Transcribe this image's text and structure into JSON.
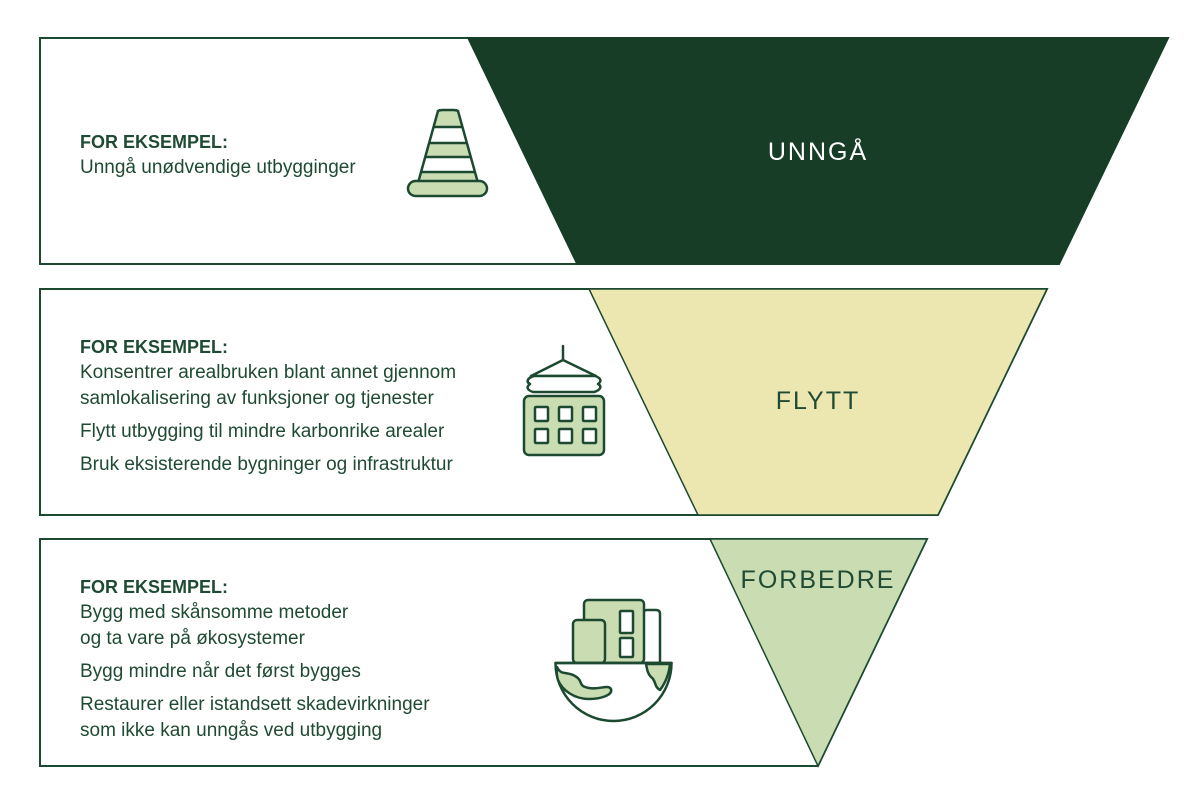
{
  "palette": {
    "dark_green": "#173D27",
    "pale_yellow": "#ECE7B0",
    "light_green": "#C9DCB2",
    "outline_green": "#1C4930",
    "text_green": "#1F4A33",
    "white": "#FFFFFF"
  },
  "funnel": {
    "levels": [
      {
        "label": "UNNGÅ",
        "heading": "FOR EKSEMPEL:",
        "icon": "traffic-cone-icon",
        "color": "#173D27",
        "paragraphs": [
          {
            "lines": [
              "Unngå unødvendige utbygginger"
            ]
          }
        ]
      },
      {
        "label": "FLYTT",
        "heading": "FOR EKSEMPEL:",
        "icon": "crane-lifted-building-icon",
        "color": "#ECE7B0",
        "paragraphs": [
          {
            "lines": [
              "Konsentrer arealbruken blant annet gjennom",
              "samlokalisering av funksjoner og tjenester"
            ]
          },
          {
            "lines": [
              "Flytt utbygging til mindre karbonrike arealer"
            ]
          },
          {
            "lines": [
              "Bruk eksisterende bygninger og infrastruktur"
            ]
          }
        ]
      },
      {
        "label": "FORBEDRE",
        "heading": "FOR EKSEMPEL:",
        "icon": "buildings-on-globe-icon",
        "color": "#C9DCB2",
        "paragraphs": [
          {
            "lines": [
              "Bygg med skånsomme metoder",
              "og ta vare på økosystemer"
            ]
          },
          {
            "lines": [
              "Bygg mindre når det først bygges"
            ]
          },
          {
            "lines": [
              "Restaurer eller istandsett skadevirkninger",
              "som ikke kan unngås ved utbygging"
            ]
          }
        ]
      }
    ]
  }
}
